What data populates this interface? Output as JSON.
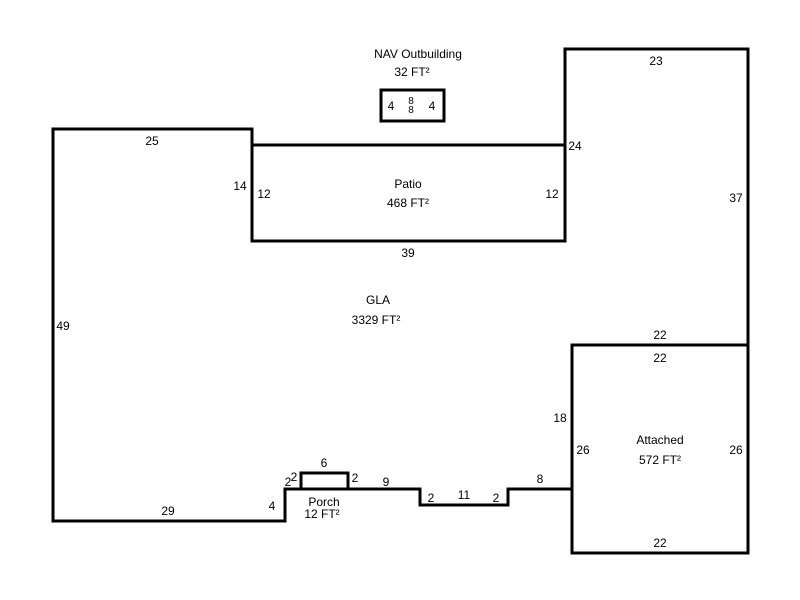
{
  "areas": {
    "outbuilding": {
      "name": "NAV Outbuilding",
      "area": "32 FT²",
      "dims": [
        "4",
        "8",
        "4",
        "8"
      ]
    },
    "patio": {
      "name": "Patio",
      "area": "468 FT²"
    },
    "gla": {
      "name": "GLA",
      "area": "3329 FT²"
    },
    "attached": {
      "name": "Attached",
      "area": "572 FT²"
    },
    "porch": {
      "name": "Porch",
      "area": "12 FT²"
    }
  },
  "dimensions": {
    "d25": "25",
    "d14": "14",
    "d12a": "12",
    "d12b": "12",
    "d24": "24",
    "d23": "23",
    "d37": "37",
    "d39": "39",
    "d49": "49",
    "d22a": "22",
    "d22b": "22",
    "d18": "18",
    "d26a": "26",
    "d26b": "26",
    "d22c": "22",
    "d29": "29",
    "d4": "4",
    "d2a": "2",
    "d2b": "2",
    "d6": "6",
    "d2c": "2",
    "d9": "9",
    "d2d": "2",
    "d11": "11",
    "d2e": "2",
    "d8": "8"
  }
}
